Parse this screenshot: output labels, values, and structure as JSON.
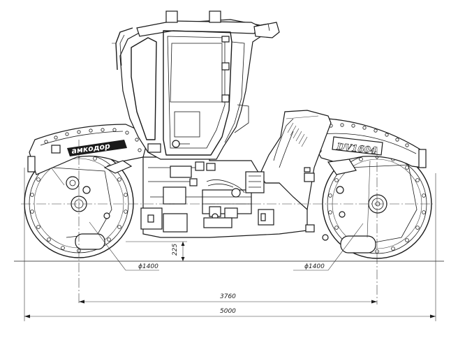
{
  "drawing": {
    "brand": "амкодор",
    "model": "DV1604"
  },
  "dimensions": {
    "ground_clearance": "225",
    "front_drum_diameter": "ϕ1400",
    "rear_drum_diameter": "ϕ1400",
    "wheelbase": "3760",
    "overall_length": "5000"
  }
}
